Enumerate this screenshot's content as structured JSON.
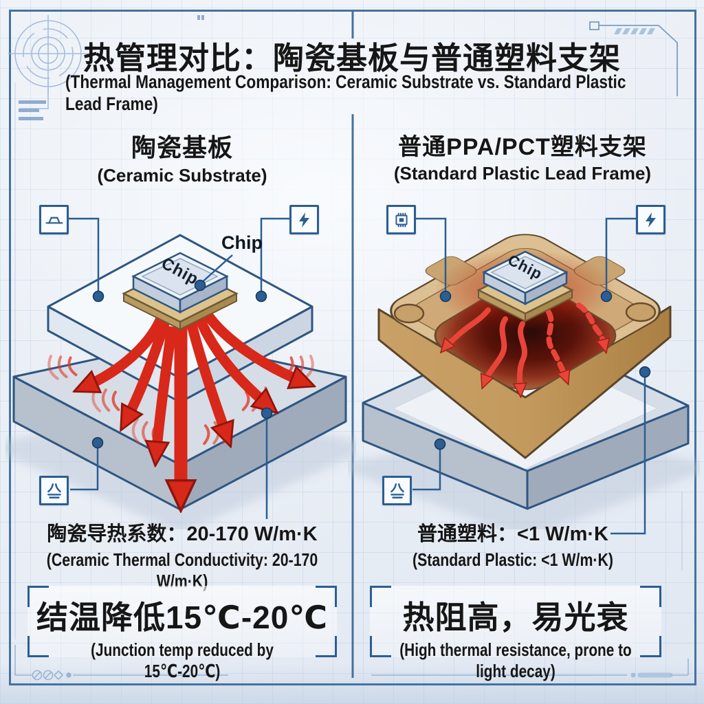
{
  "page": {
    "title_zh": "热管理对比：陶瓷基板与普通塑料支架",
    "title_en": "(Thermal Management Comparison: Ceramic Substrate vs. Standard Plastic Lead Frame)"
  },
  "panels": {
    "left": {
      "heading_zh": "陶瓷基板",
      "heading_en": "(Ceramic Substrate)",
      "chip_label": "Chip",
      "chip_callout_label": "Chip",
      "conductivity_zh": "陶瓷导热系数：20-170 W/m·K",
      "conductivity_en": "(Ceramic Thermal Conductivity: 20-170 W/m·K)",
      "result_zh": "结温降低15℃-20℃",
      "result_en": "(Junction temp reduced by 15℃-20℃)"
    },
    "right": {
      "heading_zh": "普通PPA/PCT塑料支架",
      "heading_en": "(Standard Plastic Lead Frame)",
      "chip_label": "Chip",
      "conductivity_zh": "普通塑料：<1 W/m·K",
      "conductivity_en": "(Standard Plastic: <1 W/m·K)",
      "result_zh": "热阻高，易光衰",
      "result_en": "(High thermal resistance, prone to light decay)"
    }
  },
  "icons": {
    "left_top_left": "led-package-icon",
    "left_top_right": "bolt-icon",
    "left_bottom": "heatsink-icon",
    "right_top_left": "chip-icon",
    "right_top_right": "bolt-icon",
    "right_bottom": "heatsink-icon"
  },
  "colors": {
    "accent_blue": "#2b5e92",
    "blueprint_line": "#8fabce",
    "frame_border": "#45729e",
    "heat_arrow_red": "#d7281a",
    "trapped_heat_red": "#e8443a",
    "ceramic_white": "#f6f9fc",
    "metal_gray": "#d6dde6",
    "plastic_tan": "#dcbf92",
    "hot_core_dark": "#2b0b07"
  }
}
